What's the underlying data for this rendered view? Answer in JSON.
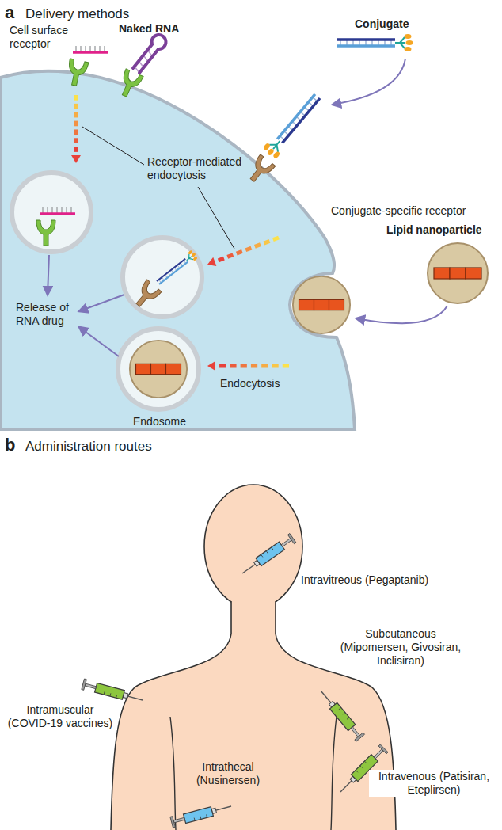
{
  "diagram": {
    "labels": [
      "a",
      "Delivery methods",
      "Cell surface receptor",
      "Naked RNA",
      "Conjugate",
      "Receptor-mediated endocytosis",
      "Conjugate-specific receptor",
      "Lipid nanoparticle",
      "Release of RNA drug",
      "Endocytosis",
      "Endosome",
      "b",
      "Administration routes",
      "Intravitreous (Pegaptanib)",
      "Subcutaneous (Mipomersen, Givosiran, Inclisiran)",
      "Intramuscular (COVID-19 vaccines)",
      "Intravenous (Patisiran, Eteplirsen)",
      "Intrathecal (Nusinersen)"
    ]
  }
}
